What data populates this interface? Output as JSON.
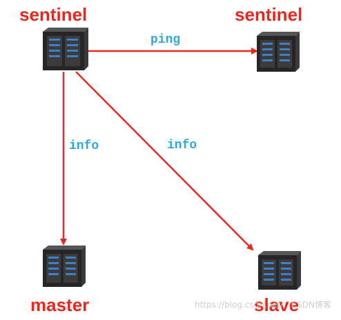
{
  "colors": {
    "node_label": "#e8281e",
    "edge": "#e8281e",
    "edge_label": "#2aa9dd",
    "server_dark": "#2b2b2b",
    "server_light": "#4a4a4a",
    "server_led": "#3f7fc8",
    "watermark": "#cfcfcf"
  },
  "nodes": [
    {
      "id": "sentinel_a",
      "label": "sentinel",
      "icon": "server-rack-icon"
    },
    {
      "id": "sentinel_b",
      "label": "sentinel",
      "icon": "server-rack-icon"
    },
    {
      "id": "master",
      "label": "master",
      "icon": "server-rack-icon"
    },
    {
      "id": "slave",
      "label": "slave",
      "icon": "server-rack-icon"
    }
  ],
  "edges": [
    {
      "from": "sentinel_a",
      "to": "sentinel_b",
      "label": "ping"
    },
    {
      "from": "sentinel_a",
      "to": "master",
      "label": "info"
    },
    {
      "from": "sentinel_a",
      "to": "slave",
      "label": "info"
    }
  ],
  "watermark": "https://blog.csdn.net/...CSDN博客"
}
